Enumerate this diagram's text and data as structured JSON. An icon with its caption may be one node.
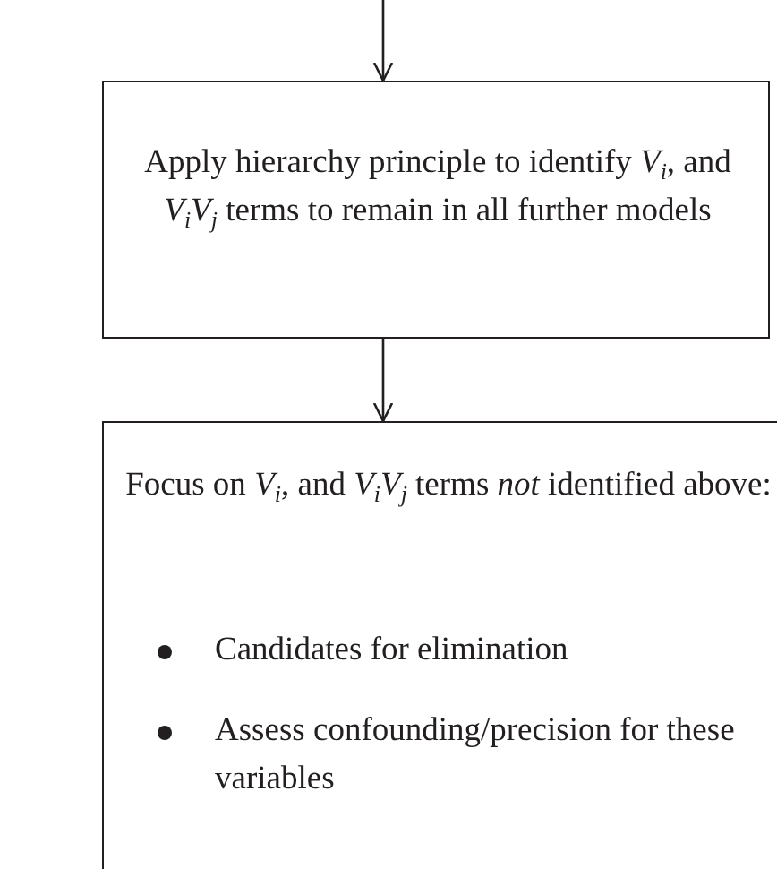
{
  "diagram": {
    "nodes": [
      {
        "text": [
          "Apply hierarchy principle to identify *V*$_{i}$, and *V*$_{i}$*V*$_{j}$ terms to remain in all further models"
        ]
      },
      {
        "text": [
          "Focus on *V*$_{i}$, and *V*$_{i}$*V*$_{j}$ terms *not* identified above:",
          "Candidates for elimination",
          "Assess confounding/precision for these variables"
        ]
      }
    ],
    "edges": [
      {
        "from": null,
        "to": 0,
        "arrow": "to"
      },
      {
        "from": 0,
        "to": 1,
        "arrow": "to"
      }
    ]
  }
}
